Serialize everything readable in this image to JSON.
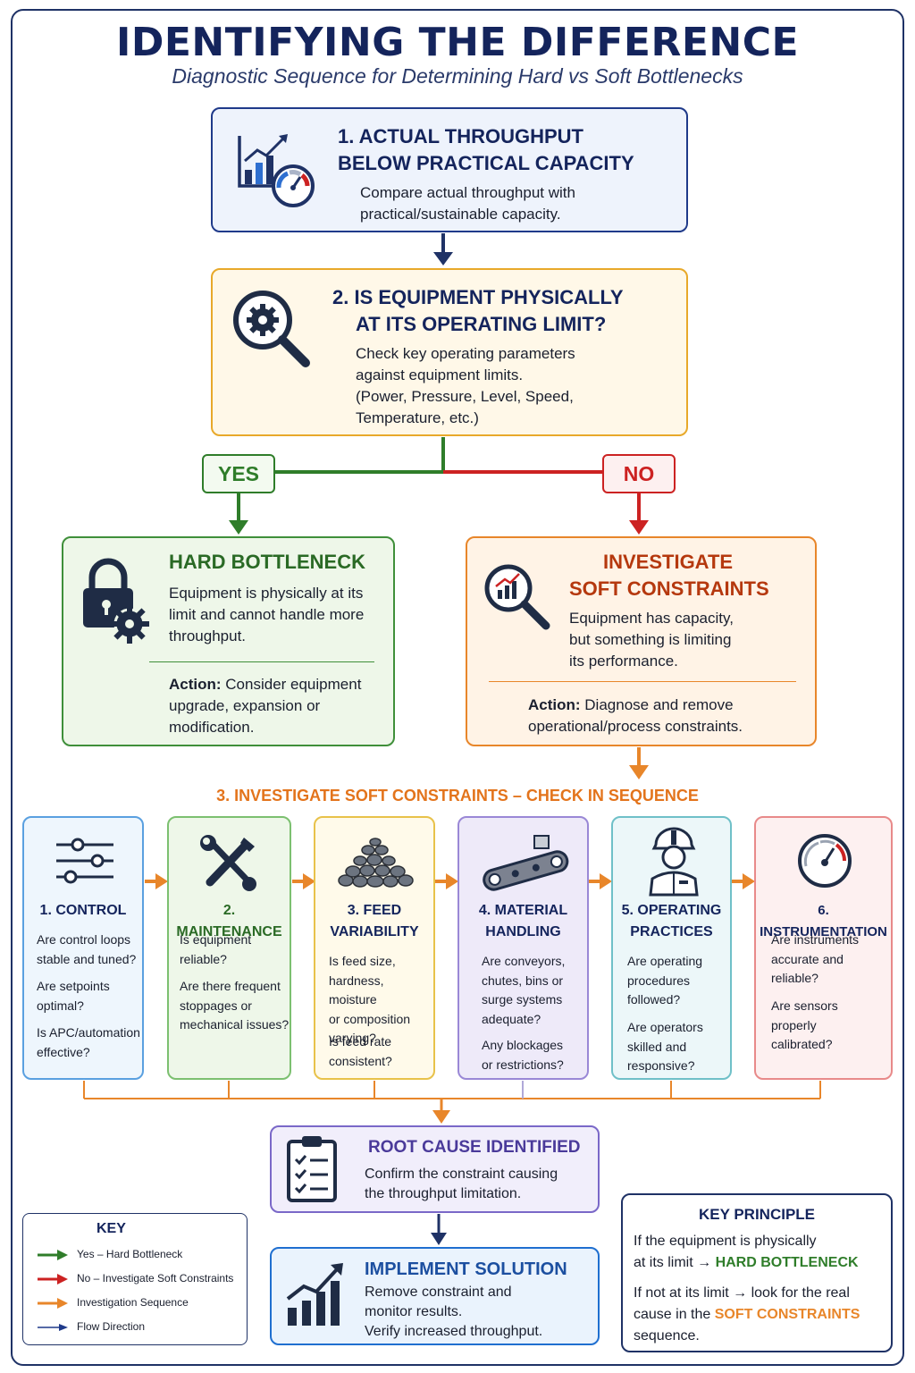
{
  "title": "IDENTIFYING THE DIFFERENCE",
  "subtitle": "Diagnostic Sequence for Determining Hard vs Soft Bottlenecks",
  "step1": {
    "title_line1": "1. ACTUAL THROUGHPUT",
    "title_line2": "BELOW PRACTICAL CAPACITY",
    "body_line1": "Compare actual throughput with",
    "body_line2": "practical/sustainable capacity.",
    "icon": "throughput-gauge-icon"
  },
  "step2": {
    "title_line1": "2. IS EQUIPMENT PHYSICALLY",
    "title_line2": "AT ITS OPERATING LIMIT?",
    "body_line1": "Check key operating parameters",
    "body_line2": "against equipment limits.",
    "body_line3": "(Power, Pressure, Level, Speed,",
    "body_line4": "Temperature, etc.)",
    "icon": "magnifier-gear-icon"
  },
  "yes_label": "YES",
  "no_label": "NO",
  "hard": {
    "title": "HARD BOTTLENECK",
    "body_line1": "Equipment is physically at its",
    "body_line2": "limit and cannot handle more",
    "body_line3": "throughput.",
    "action_label": "Action:",
    "action_line1": " Consider equipment",
    "action_line2": "upgrade, expansion or",
    "action_line3": "modification.",
    "icon": "lock-gear-icon"
  },
  "soft": {
    "title_line1": "INVESTIGATE",
    "title_line2": "SOFT CONSTRAINTS",
    "body_line1": "Equipment has capacity,",
    "body_line2": "but something is limiting",
    "body_line3": "its performance.",
    "action_label": "Action:",
    "action_line1": " Diagnose and remove",
    "action_line2": "operational/process constraints.",
    "icon": "magnifier-chart-icon"
  },
  "section3_title": "3. INVESTIGATE SOFT CONSTRAINTS – CHECK IN SEQUENCE",
  "cards": {
    "control": {
      "title": "1. CONTROL",
      "q1a": "Are control loops",
      "q1b": "stable and tuned?",
      "q2a": "Are setpoints",
      "q2b": "optimal?",
      "q3a": "Is APC/automation",
      "q3b": "effective?",
      "icon": "sliders-icon"
    },
    "maintenance": {
      "title": "2. MAINTENANCE",
      "q1a": "Is equipment",
      "q1b": "reliable?",
      "q2a": "Are there frequent",
      "q2b": "stoppages or",
      "q2c": "mechanical issues?",
      "icon": "wrench-screwdriver-icon"
    },
    "feed": {
      "title_line1": "3. FEED",
      "title_line2": "VARIABILITY",
      "q1a": "Is feed size,",
      "q1b": "hardness, moisture",
      "q1c": "or composition",
      "q1d": "varying?",
      "q2a": "Is feed rate",
      "q2b": "consistent?",
      "icon": "ore-pile-icon"
    },
    "material": {
      "title_line1": "4. MATERIAL",
      "title_line2": "HANDLING",
      "q1a": "Are conveyors,",
      "q1b": "chutes, bins or",
      "q1c": "surge systems",
      "q1d": "adequate?",
      "q2a": "Any blockages",
      "q2b": "or restrictions?",
      "icon": "conveyor-icon"
    },
    "operating": {
      "title_line1": "5. OPERATING",
      "title_line2": "PRACTICES",
      "q1a": "Are operating",
      "q1b": "procedures",
      "q1c": "followed?",
      "q2a": "Are operators",
      "q2b": "skilled and",
      "q2c": "responsive?",
      "icon": "operator-hardhat-icon"
    },
    "instrumentation": {
      "title": "6. INSTRUMENTATION",
      "q1a": "Are instruments",
      "q1b": "accurate and",
      "q1c": "reliable?",
      "q2a": "Are sensors",
      "q2b": "properly",
      "q2c": "calibrated?",
      "icon": "gauge-icon"
    }
  },
  "root_cause": {
    "title": "ROOT CAUSE IDENTIFIED",
    "body_line1": "Confirm the constraint causing",
    "body_line2": "the throughput limitation.",
    "icon": "clipboard-checklist-icon"
  },
  "implement": {
    "title": "IMPLEMENT SOLUTION",
    "body_line1": "Remove constraint and",
    "body_line2": "monitor results.",
    "body_line3": "Verify increased throughput.",
    "icon": "growth-chart-icon"
  },
  "key": {
    "title": "KEY",
    "items": [
      {
        "label": "Yes – Hard Bottleneck",
        "color": "#2f7d2a"
      },
      {
        "label": "No – Investigate Soft Constraints",
        "color": "#cc2222"
      },
      {
        "label": "Investigation Sequence",
        "color": "#e8862a"
      },
      {
        "label": "Flow Direction",
        "color": "#1f3a8a"
      }
    ]
  },
  "principle": {
    "title": "KEY PRINCIPLE",
    "line1": "If the equipment is physically",
    "line2_pre": "at its limit → ",
    "line2_hl": "HARD BOTTLENECK",
    "line3": "If not at its limit → look for the real",
    "line4_pre": "cause in the ",
    "line4_hl": "SOFT CONSTRAINTS",
    "line5": "sequence."
  },
  "colors": {
    "navy": "#14245c",
    "green": "#2f7d2a",
    "red": "#cc2222",
    "orange": "#e8862a",
    "purple": "#4a3a9a"
  }
}
